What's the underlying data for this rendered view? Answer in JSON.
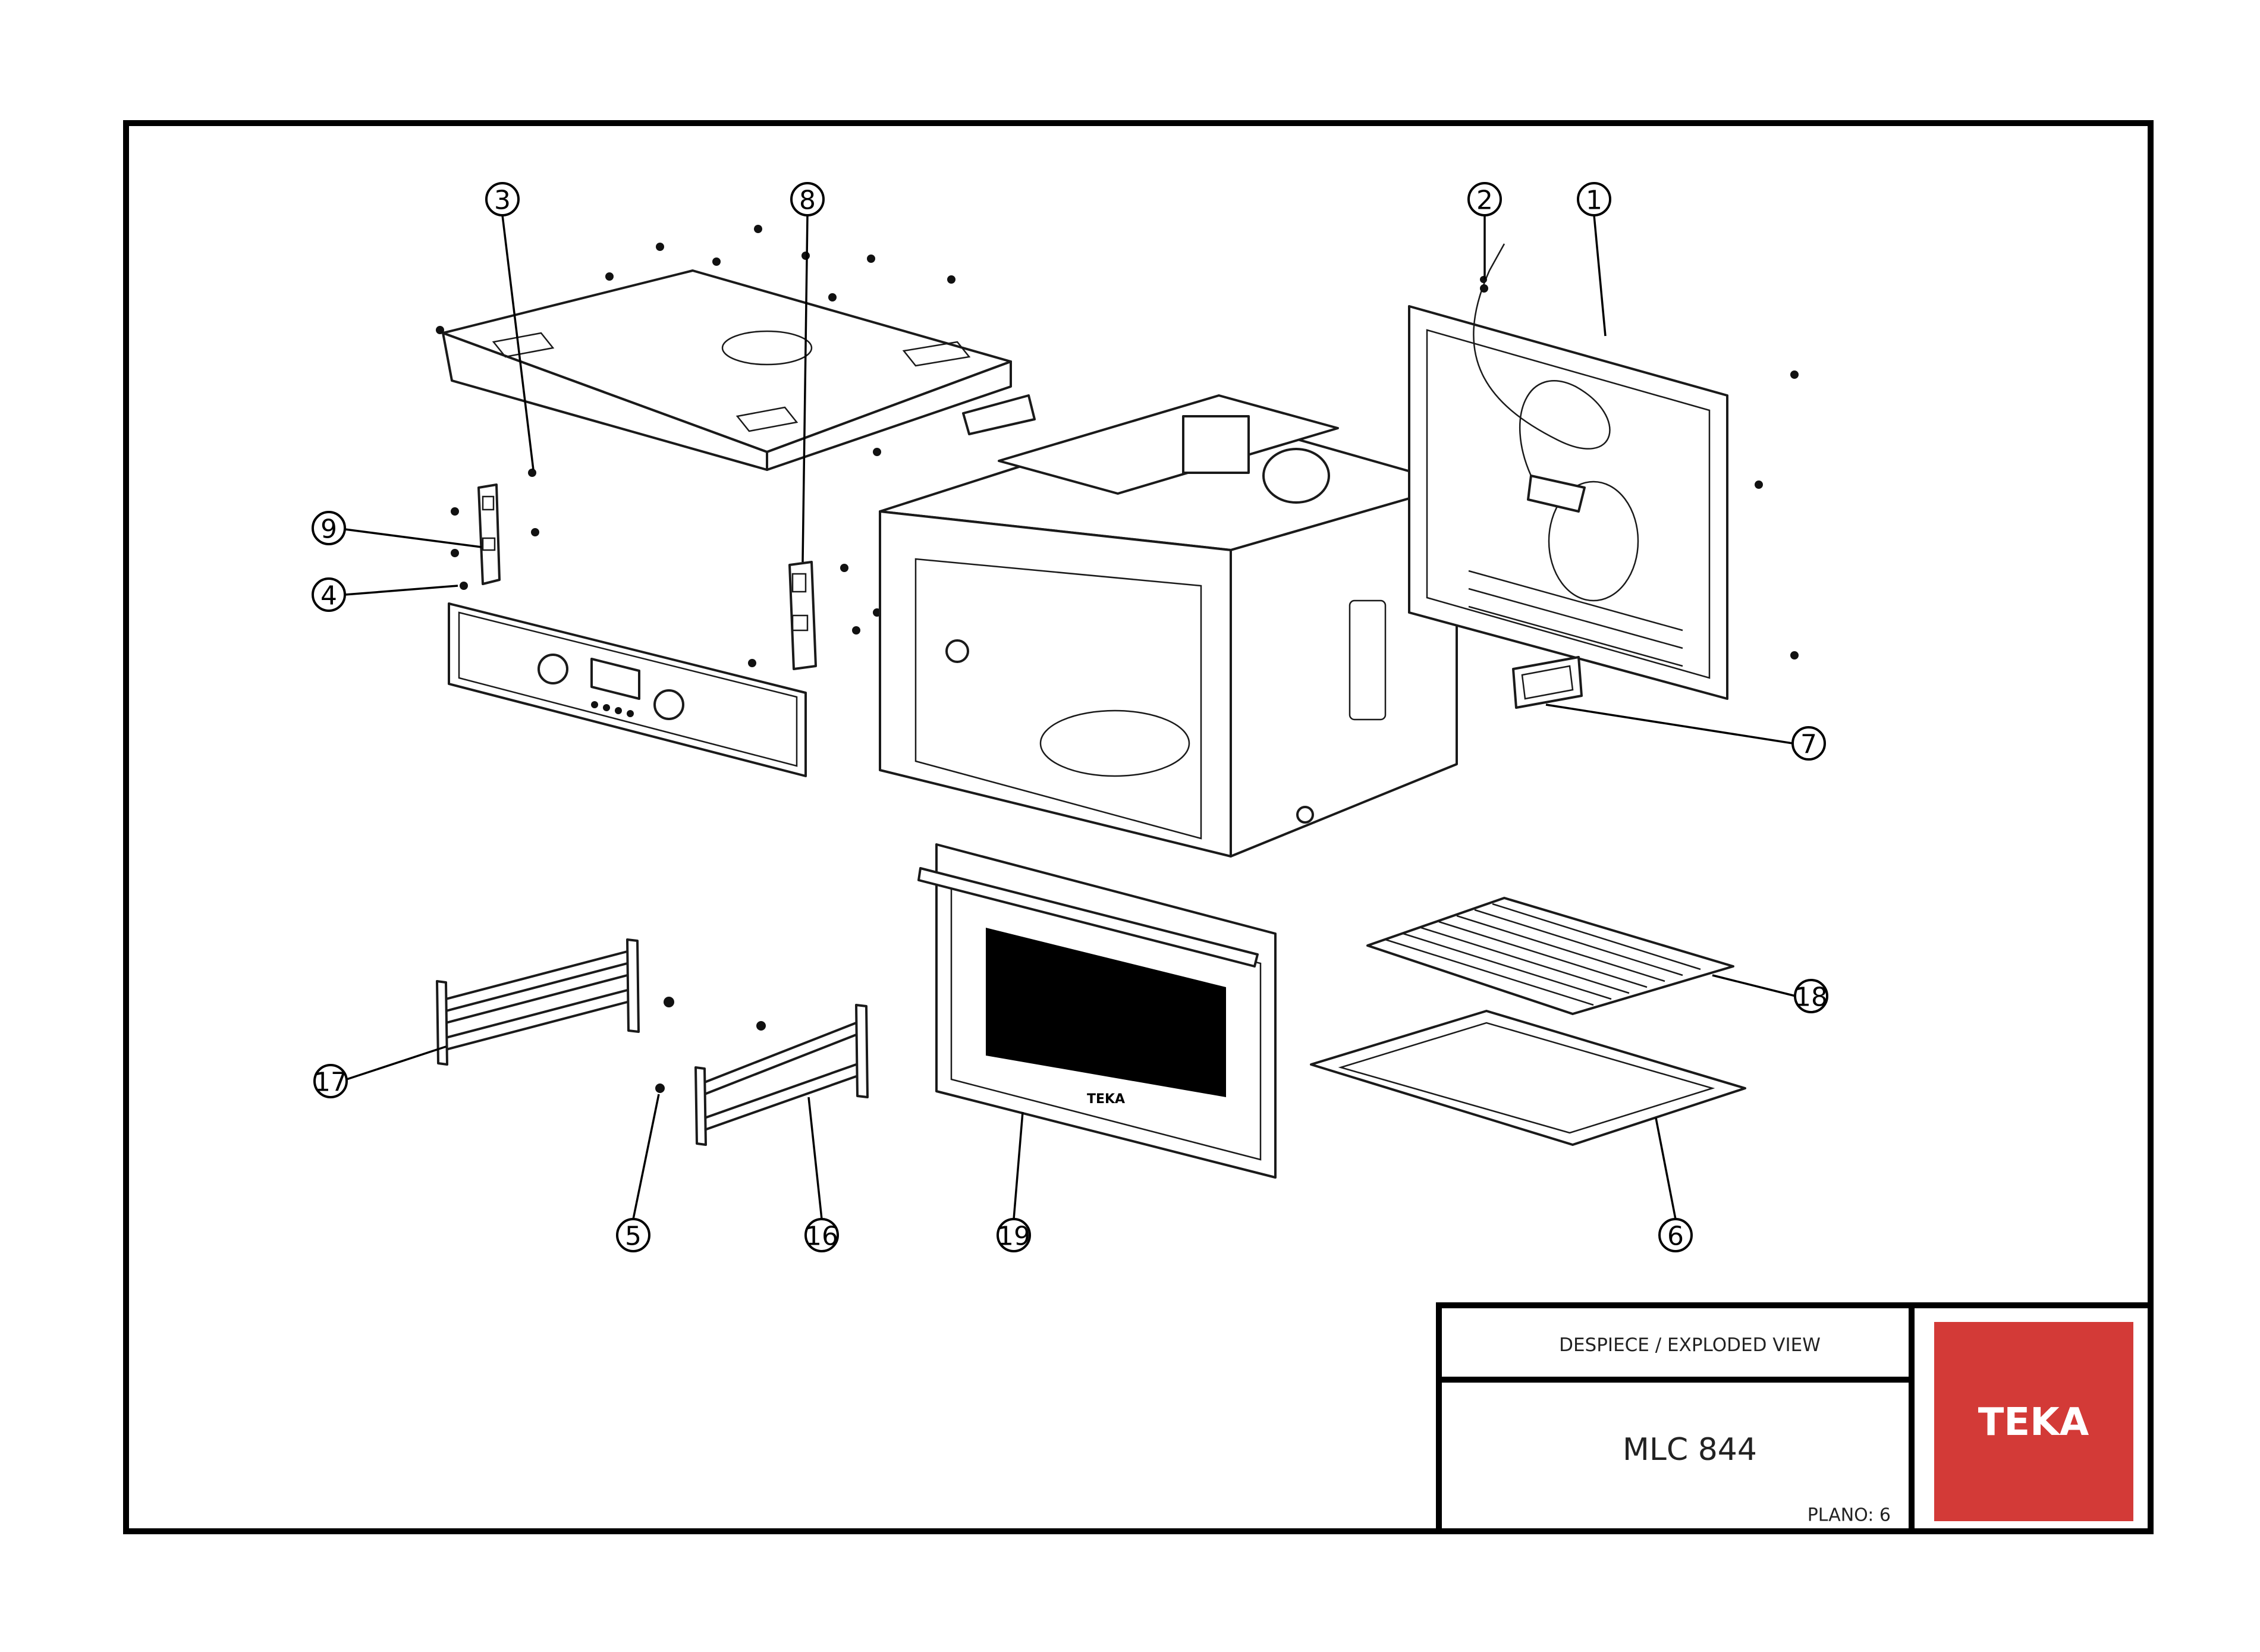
{
  "title_block": {
    "header": "DESPIECE / EXPLODED VIEW",
    "model": "MLC 844",
    "plan_label": "PLANO: 6",
    "brand": "TEKA",
    "brand_color": "#d33a37"
  },
  "callouts": [
    "1",
    "2",
    "3",
    "4",
    "5",
    "6",
    "7",
    "8",
    "9",
    "16",
    "17",
    "18",
    "19"
  ],
  "door_logo": "TEKA"
}
